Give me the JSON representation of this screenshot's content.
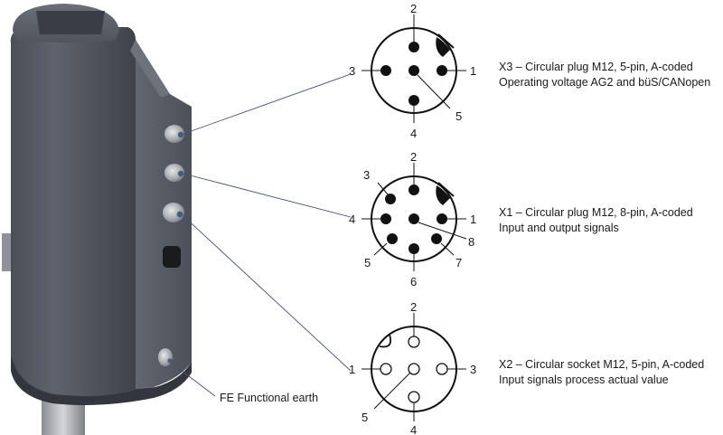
{
  "device": {
    "name": "device-housing"
  },
  "fe_label": "FE Functional earth",
  "connectors": [
    {
      "id": "x3",
      "title": "X3 – Circular plug M12, 5-pin, A-coded",
      "subtitle": "Operating voltage AG2 and büS/CANopen",
      "pins": [
        "1",
        "2",
        "3",
        "4",
        "5"
      ],
      "type": "plug"
    },
    {
      "id": "x1",
      "title": "X1 – Circular plug M12, 8-pin, A-coded",
      "subtitle": "Input and output signals",
      "pins": [
        "1",
        "2",
        "3",
        "4",
        "5",
        "6",
        "7",
        "8"
      ],
      "type": "plug"
    },
    {
      "id": "x2",
      "title": "X2 – Circular socket M12, 5-pin, A-coded",
      "subtitle": "Input signals process actual value",
      "pins": [
        "1",
        "2",
        "3",
        "4",
        "5"
      ],
      "type": "socket"
    }
  ],
  "colors": {
    "housing": "#565a64",
    "housing_dark": "#3c3f47",
    "pin": "#111111",
    "leader": "#4a4f7a"
  }
}
